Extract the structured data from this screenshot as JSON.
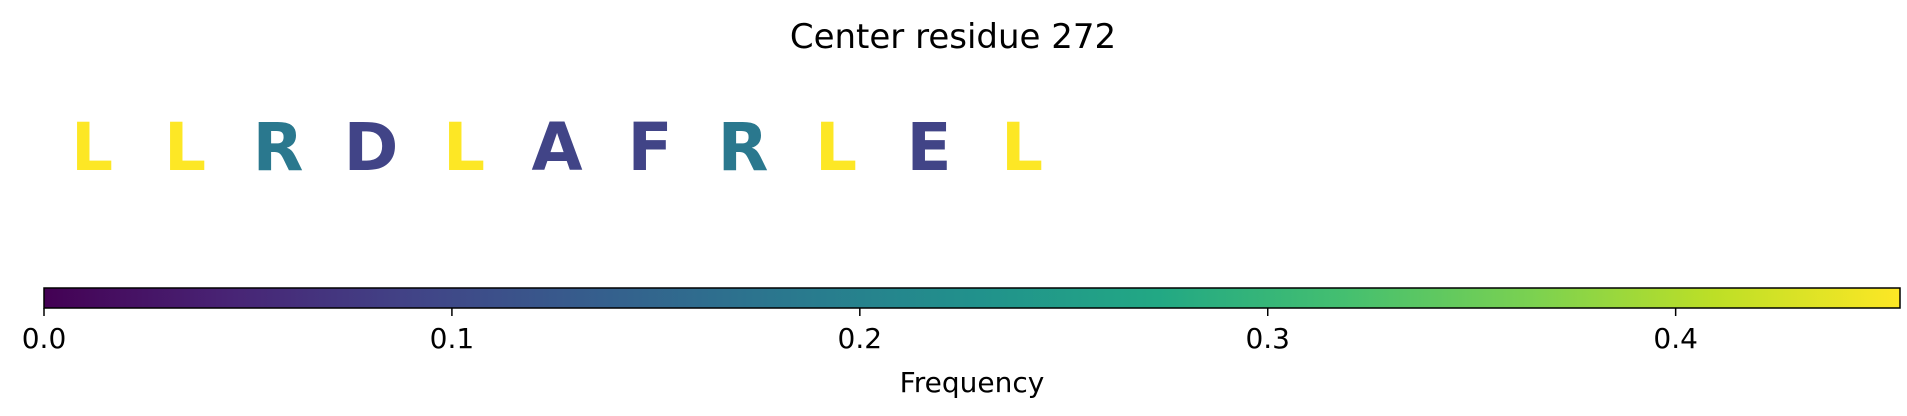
{
  "chart_data": {
    "type": "sequence-logo",
    "title": "Center residue 272",
    "residues": [
      {
        "letter": "L",
        "frequency": 0.46,
        "color": "#fde725"
      },
      {
        "letter": "L",
        "frequency": 0.46,
        "color": "#fde725"
      },
      {
        "letter": "R",
        "frequency": 0.18,
        "color": "#2a788e"
      },
      {
        "letter": "D",
        "frequency": 0.09,
        "color": "#414487"
      },
      {
        "letter": "L",
        "frequency": 0.46,
        "color": "#fde725"
      },
      {
        "letter": "A",
        "frequency": 0.09,
        "color": "#414487"
      },
      {
        "letter": "F",
        "frequency": 0.09,
        "color": "#414487"
      },
      {
        "letter": "R",
        "frequency": 0.18,
        "color": "#2a788e"
      },
      {
        "letter": "L",
        "frequency": 0.46,
        "color": "#fde725"
      },
      {
        "letter": "E",
        "frequency": 0.09,
        "color": "#414487"
      },
      {
        "letter": "L",
        "frequency": 0.46,
        "color": "#fde725"
      }
    ],
    "colorbar": {
      "label": "Frequency",
      "colormap": "viridis",
      "range": [
        0,
        0.455
      ],
      "ticks": [
        0.0,
        0.1,
        0.2,
        0.3,
        0.4
      ],
      "tick_labels": [
        "0.0",
        "0.1",
        "0.2",
        "0.3",
        "0.4"
      ]
    }
  }
}
